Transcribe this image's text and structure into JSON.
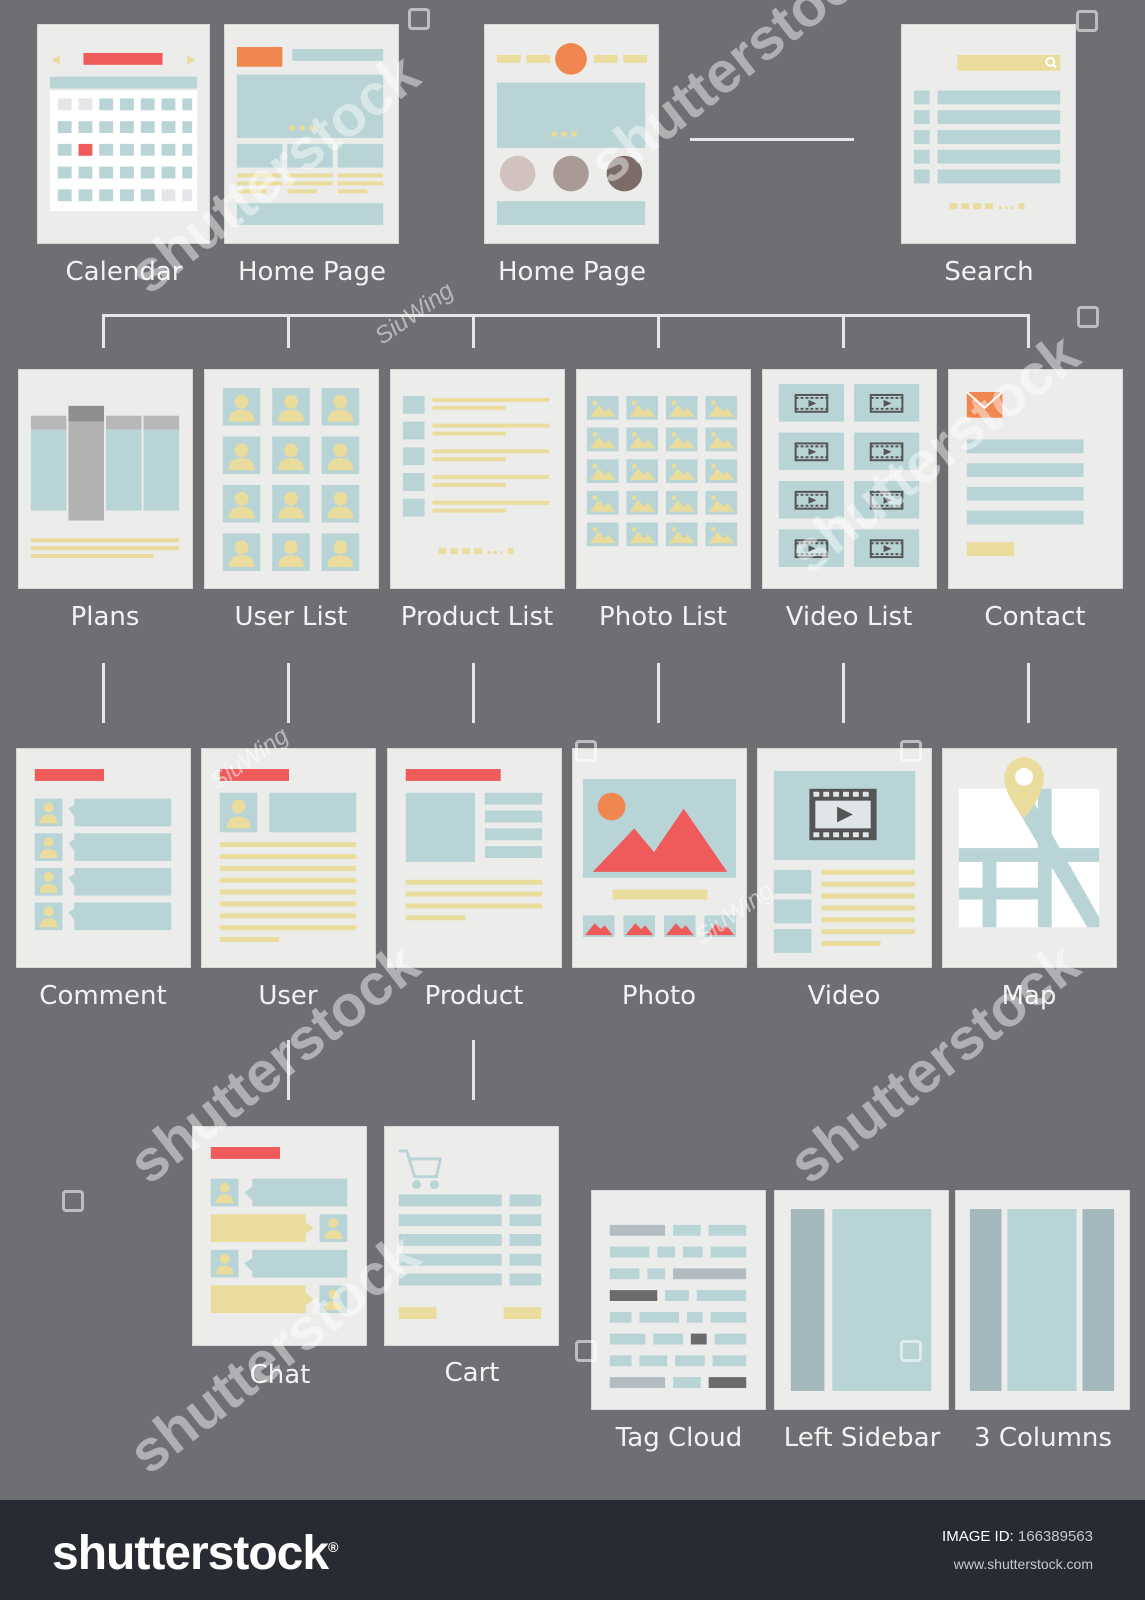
{
  "labels": {
    "calendar": "Calendar",
    "home_page_1": "Home Page",
    "home_page_2": "Home Page",
    "search": "Search",
    "plans": "Plans",
    "user_list": "User List",
    "product_list": "Product List",
    "photo_list": "Photo List",
    "video_list": "Video List",
    "contact": "Contact",
    "comment": "Comment",
    "user": "User",
    "product": "Product",
    "photo": "Photo",
    "video": "Video",
    "map": "Map",
    "chat": "Chat",
    "cart": "Cart",
    "tag_cloud": "Tag Cloud",
    "left_sidebar": "Left Sidebar",
    "three_columns": "3 Columns"
  },
  "watermark": {
    "brand": "shutterstock",
    "author": "SiuWing"
  },
  "footer": {
    "brand": "shutterstock",
    "registered": "®",
    "image_id_label": "IMAGE ID:",
    "image_id": "166389563",
    "site": "www.shutterstock.com"
  },
  "icons": [
    "calendar-icon",
    "search-icon",
    "user-icon",
    "photo-icon",
    "video-film-icon",
    "envelope-icon",
    "map-pin-icon",
    "cart-icon"
  ],
  "colors": {
    "background": "#6e6f73",
    "card": "#ecedeb",
    "block_blue": "#b8d4d6",
    "accent_red": "#ef5a5a",
    "accent_orange": "#f08650",
    "accent_yellow": "#e9dc9c",
    "dark_gray": "#6b6b6e",
    "footer": "#282b34"
  }
}
